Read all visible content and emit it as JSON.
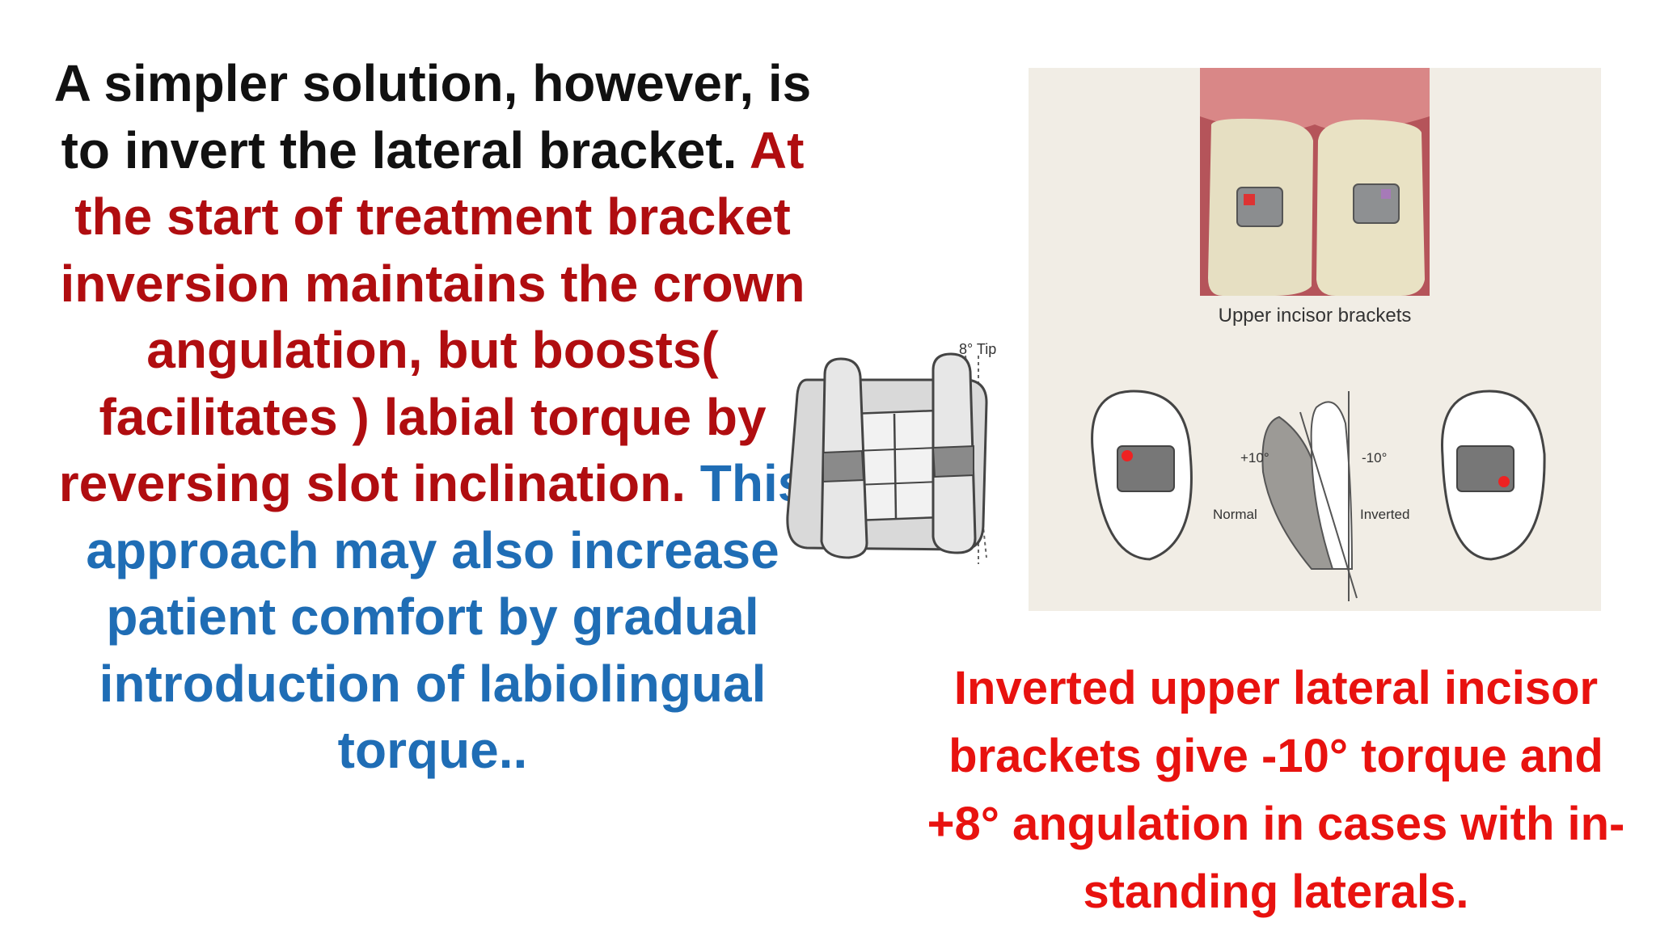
{
  "paragraph": {
    "black": "A simpler solution, however, is to invert the lateral bracket.",
    "red": "At the start of treatment bracket inversion maintains the crown angulation, but boosts( facilitates ) labial torque by reversing slot inclination.",
    "blue": "This approach may also increase patient comfort by gradual introduction of labiolingual torque.."
  },
  "figure": {
    "tip_label": "8° Tip",
    "photo_caption": "Upper incisor brackets",
    "plus_torque": "+10°",
    "minus_torque": "-10°",
    "normal_label": "Normal",
    "inverted_label": "Inverted"
  },
  "caption": "Inverted upper lateral incisor brackets give -10° torque and +8° angulation in cases with in-standing laterals.",
  "colors": {
    "black_text": "#111111",
    "red_text": "#b00d10",
    "blue_text": "#1f6db5",
    "caption_text": "#e8120f"
  }
}
